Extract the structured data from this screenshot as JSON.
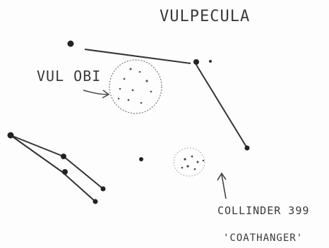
{
  "sketch": {
    "title": "VULPECULA",
    "labels": {
      "cluster": "VUL OBI",
      "collinder": "COLLINDER 399",
      "nickname": "'COATHANGER'"
    }
  },
  "colors": {
    "ink": "#2a2a2a",
    "pencil": "#6b6b6b",
    "paper": "#fdfdfd"
  }
}
